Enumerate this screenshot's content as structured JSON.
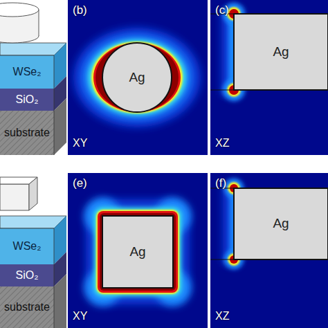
{
  "diagram": {
    "nodes": [
      {
        "text": [
          "WSe₂"
        ]
      },
      {
        "text": [
          "SiO₂"
        ]
      },
      {
        "text": [
          "substrate"
        ]
      },
      {
        "text": [
          "(b)",
          "XY"
        ]
      },
      {
        "text": [
          "Ag"
        ],
        "in": 3
      },
      {
        "text": [
          "(c)",
          "XZ"
        ]
      },
      {
        "text": [
          "Ag"
        ],
        "in": 5
      },
      {
        "text": [
          "WSe₂"
        ]
      },
      {
        "text": [
          "SiO₂"
        ]
      },
      {
        "text": [
          "substrate"
        ]
      },
      {
        "text": [
          "(e)",
          "XY"
        ]
      },
      {
        "text": [
          "Ag"
        ],
        "in": 10
      },
      {
        "text": [
          "(f)",
          "XZ"
        ]
      },
      {
        "text": [
          "Ag"
        ],
        "in": 12
      }
    ]
  }
}
